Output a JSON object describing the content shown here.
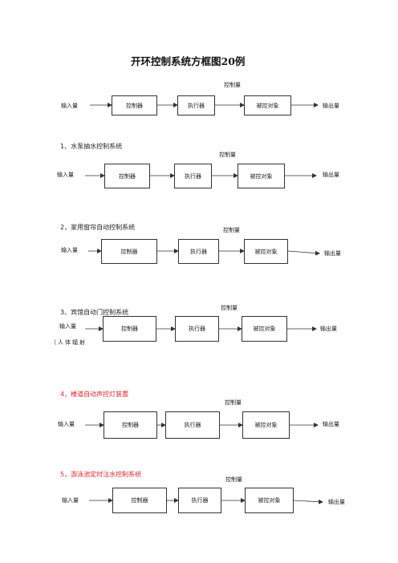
{
  "title": "开环控制系统方框图20例",
  "labels": {
    "input": "输入量",
    "controller": "控制器",
    "actuator": "执行器",
    "plant": "被控对象",
    "output": "输出量",
    "control": "控制量"
  },
  "sections": [
    {
      "heading": ""
    },
    {
      "heading": "1、水泵抽水控制系统"
    },
    {
      "heading": "2，家用窗帘自动控制系统"
    },
    {
      "heading": "3、宾馆自动门控制系统",
      "note": "（人体辐射"
    },
    {
      "heading": "4，楼道自动声控灯装置"
    },
    {
      "heading": "5，游泳池定时注水控制系统"
    }
  ],
  "colors": {
    "heading_red": "#e0242b",
    "line": "#333333"
  }
}
